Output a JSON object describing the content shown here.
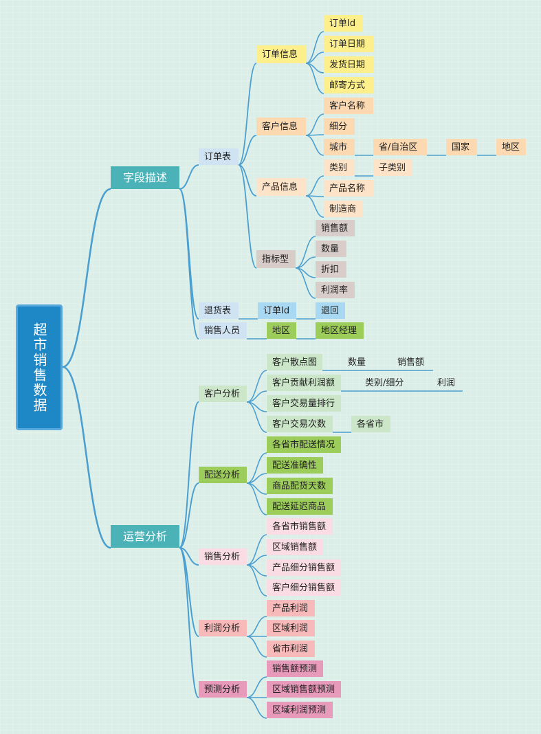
{
  "root": "超市销售数据",
  "colors": {
    "line": "#4a9fd0",
    "main": "#4bb2b8",
    "order_info": "#fcef8c",
    "customer_info": "#fcd9b0",
    "product_info": "#fde4c8",
    "metric": "#d8cdc8",
    "table": "#cfe3f3",
    "return": "#a9d8f2",
    "green_light": "#cbe6c8",
    "green": "#9ccc5a",
    "pink_light": "#fadde4",
    "red_light": "#f7b9b9",
    "pink": "#e79ab9"
  },
  "nodes": {
    "field_desc": "字段描述",
    "orders_table": "订单表",
    "order_info": "订单信息",
    "order_id": "订单Id",
    "order_date": "订单日期",
    "ship_date": "发货日期",
    "ship_mode": "邮寄方式",
    "customer_info": "客户信息",
    "customer_name": "客户名称",
    "segment": "细分",
    "city": "城市",
    "province": "省/自治区",
    "country": "国家",
    "region": "地区",
    "product_info": "产品信息",
    "category": "类别",
    "subcategory": "子类别",
    "product_name": "产品名称",
    "manufacturer": "制造商",
    "metrics": "指标型",
    "sales": "销售额",
    "quantity": "数量",
    "discount": "折扣",
    "profit_rate": "利润率",
    "returns_table": "退货表",
    "returns_order_id": "订单Id",
    "returned": "退回",
    "salespeople": "销售人员",
    "sp_region": "地区",
    "region_manager": "地区经理",
    "ops_analysis": "运营分析",
    "customer_analysis": "客户分析",
    "customer_scatter": "客户散点图",
    "scatter_quantity": "数量",
    "scatter_sales": "销售额",
    "customer_profit": "客户贡献利润额",
    "profit_cat": "类别/细分",
    "profit_val": "利润",
    "customer_txn_rank": "客户交易量排行",
    "customer_txn_count": "客户交易次数",
    "txn_province": "各省市",
    "delivery_analysis": "配送分析",
    "prov_delivery": "各省市配送情况",
    "delivery_accuracy": "配送准确性",
    "product_delivery_days": "商品配货天数",
    "delivery_delay": "配送延迟商品",
    "sales_analysis": "销售分析",
    "prov_sales": "各省市销售额",
    "region_sales": "区域销售额",
    "product_seg_sales": "产品细分销售额",
    "customer_seg_sales": "客户细分销售额",
    "profit_analysis": "利润分析",
    "product_profit": "产品利润",
    "region_profit": "区域利润",
    "prov_profit": "省市利润",
    "forecast_analysis": "预测分析",
    "sales_forecast": "销售额预测",
    "region_sales_forecast": "区域销售额预测",
    "region_profit_forecast": "区域利润预测"
  }
}
